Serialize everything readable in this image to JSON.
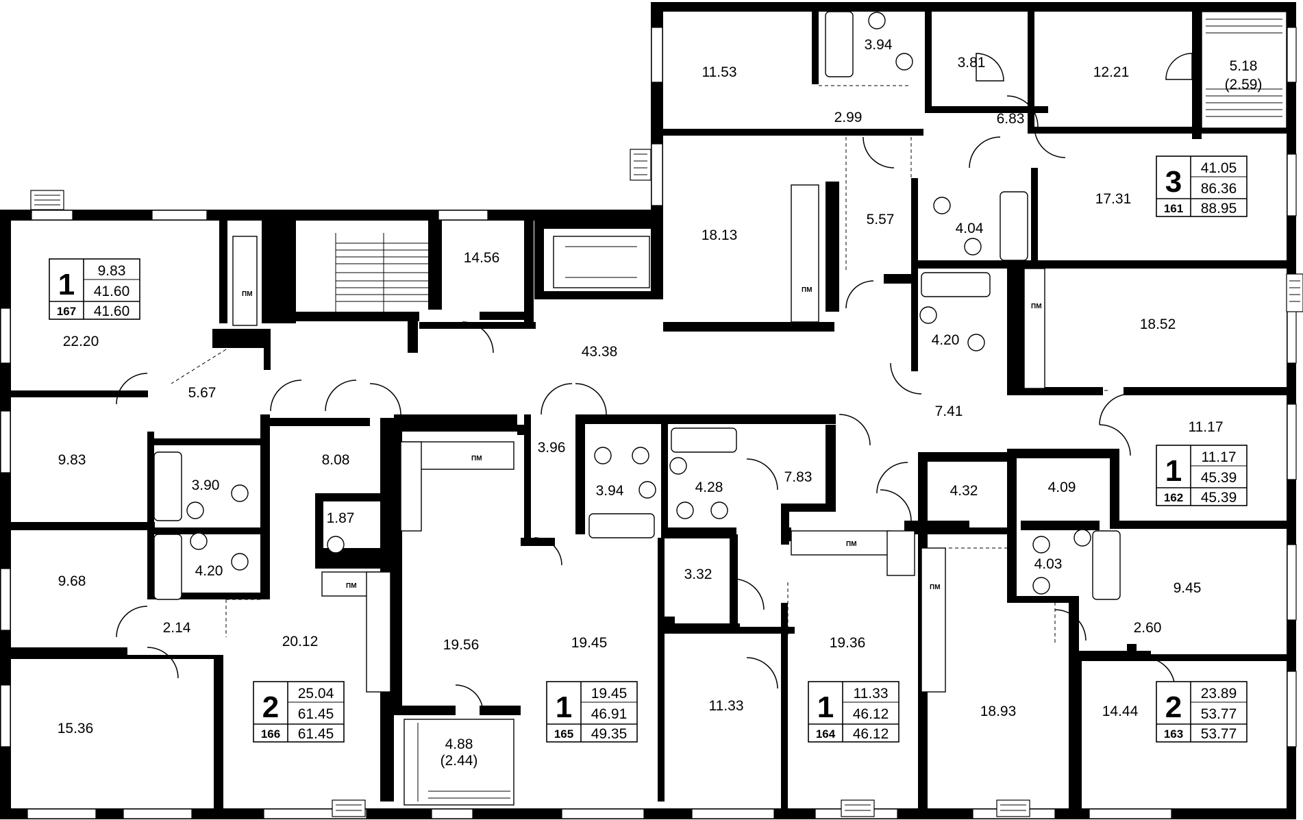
{
  "rooms": [
    {
      "id": "r1",
      "label": "11.53"
    },
    {
      "id": "r2",
      "label": "3.94"
    },
    {
      "id": "r3",
      "label": "3.81"
    },
    {
      "id": "r4",
      "label": "12.21"
    },
    {
      "id": "r5",
      "label": "5.18"
    },
    {
      "id": "r5b",
      "label": "(2.59)"
    },
    {
      "id": "r6",
      "label": "2.99"
    },
    {
      "id": "r7",
      "label": "6.83"
    },
    {
      "id": "r8",
      "label": "18.13"
    },
    {
      "id": "r9",
      "label": "5.57"
    },
    {
      "id": "r10",
      "label": "4.04"
    },
    {
      "id": "r11",
      "label": "17.31"
    },
    {
      "id": "r12",
      "label": "14.56"
    },
    {
      "id": "r13",
      "label": "22.20"
    },
    {
      "id": "r14",
      "label": "43.38"
    },
    {
      "id": "r15",
      "label": "4.20"
    },
    {
      "id": "r16",
      "label": "18.52"
    },
    {
      "id": "r17",
      "label": "5.67"
    },
    {
      "id": "r18",
      "label": "7.41"
    },
    {
      "id": "r19",
      "label": "11.17"
    },
    {
      "id": "r20",
      "label": "9.83"
    },
    {
      "id": "r21",
      "label": "3.90"
    },
    {
      "id": "r22",
      "label": "8.08"
    },
    {
      "id": "r23",
      "label": "3.96"
    },
    {
      "id": "r24",
      "label": "3.94"
    },
    {
      "id": "r25",
      "label": "4.28"
    },
    {
      "id": "r26",
      "label": "7.83"
    },
    {
      "id": "r27",
      "label": "4.32"
    },
    {
      "id": "r28",
      "label": "4.09"
    },
    {
      "id": "r29",
      "label": "1.87"
    },
    {
      "id": "r30",
      "label": "9.68"
    },
    {
      "id": "r31",
      "label": "4.20"
    },
    {
      "id": "r32",
      "label": "4.03"
    },
    {
      "id": "r33",
      "label": "3.32"
    },
    {
      "id": "r34",
      "label": "9.45"
    },
    {
      "id": "r35",
      "label": "2.14"
    },
    {
      "id": "r36",
      "label": "2.60"
    },
    {
      "id": "r37",
      "label": "20.12"
    },
    {
      "id": "r38",
      "label": "19.56"
    },
    {
      "id": "r39",
      "label": "19.45"
    },
    {
      "id": "r40",
      "label": "19.36"
    },
    {
      "id": "r41",
      "label": "15.36"
    },
    {
      "id": "r42",
      "label": "11.33"
    },
    {
      "id": "r43",
      "label": "18.93"
    },
    {
      "id": "r44",
      "label": "14.44"
    },
    {
      "id": "r45",
      "label": "4.88"
    },
    {
      "id": "r45b",
      "label": "(2.44)"
    }
  ],
  "apartments": [
    {
      "id": "a161",
      "rooms": "3",
      "number": "161",
      "living": "41.05",
      "total": "86.36",
      "total_with_balcony": "88.95"
    },
    {
      "id": "a167",
      "rooms": "1",
      "number": "167",
      "living": "9.83",
      "total": "41.60",
      "total_with_balcony": "41.60"
    },
    {
      "id": "a162",
      "rooms": "1",
      "number": "162",
      "living": "11.17",
      "total": "45.39",
      "total_with_balcony": "45.39"
    },
    {
      "id": "a166",
      "rooms": "2",
      "number": "166",
      "living": "25.04",
      "total": "61.45",
      "total_with_balcony": "61.45"
    },
    {
      "id": "a165",
      "rooms": "1",
      "number": "165",
      "living": "19.45",
      "total": "46.91",
      "total_with_balcony": "49.35"
    },
    {
      "id": "a164",
      "rooms": "1",
      "number": "164",
      "living": "11.33",
      "total": "46.12",
      "total_with_balcony": "46.12"
    },
    {
      "id": "a163",
      "rooms": "2",
      "number": "163",
      "living": "23.89",
      "total": "53.77",
      "total_with_balcony": "53.77"
    }
  ],
  "appliance_label": "ПМ"
}
